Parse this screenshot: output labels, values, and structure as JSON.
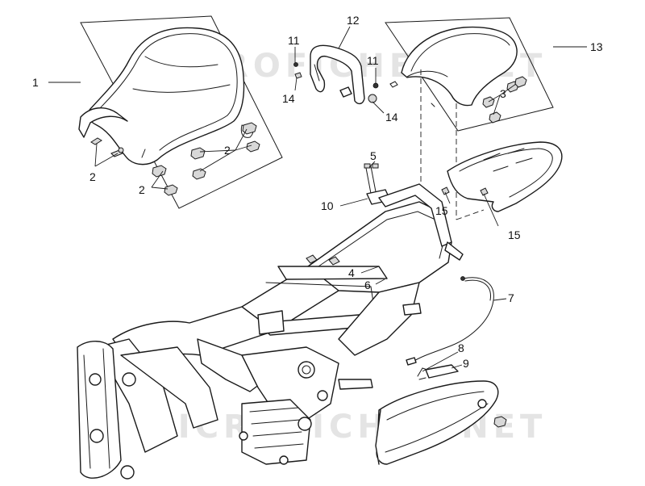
{
  "watermark": {
    "text": "MICROFICHES.NET"
  },
  "callouts": [
    {
      "id": "c1",
      "text": "1"
    },
    {
      "id": "c2a",
      "text": "2"
    },
    {
      "id": "c2b",
      "text": "2"
    },
    {
      "id": "c2c",
      "text": "2"
    },
    {
      "id": "c3",
      "text": "3"
    },
    {
      "id": "c4",
      "text": "4"
    },
    {
      "id": "c5",
      "text": "5"
    },
    {
      "id": "c6",
      "text": "6"
    },
    {
      "id": "c7",
      "text": "7"
    },
    {
      "id": "c8",
      "text": "8"
    },
    {
      "id": "c9",
      "text": "9"
    },
    {
      "id": "c10",
      "text": "10"
    },
    {
      "id": "c11a",
      "text": "11"
    },
    {
      "id": "c11b",
      "text": "11"
    },
    {
      "id": "c12",
      "text": "12"
    },
    {
      "id": "c13",
      "text": "13"
    },
    {
      "id": "c14a",
      "text": "14"
    },
    {
      "id": "c14b",
      "text": "14"
    },
    {
      "id": "c15a",
      "text": "15"
    },
    {
      "id": "c15b",
      "text": "15"
    }
  ]
}
